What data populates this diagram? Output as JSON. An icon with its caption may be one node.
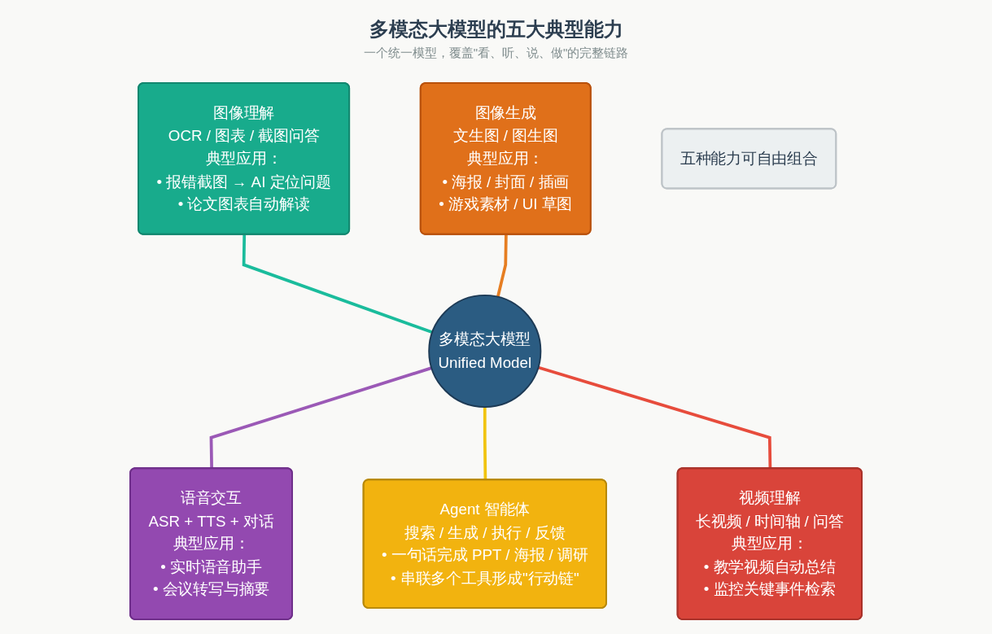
{
  "diagram": {
    "title": "多模态大模型的五大典型能力",
    "nodes": [
      {
        "text": [
          "图像理解",
          "OCR / 图表 / 截图问答",
          "典型应用：",
          "• 报错截图 → AI 定位问题",
          "• 论文图表自动解读"
        ]
      },
      {
        "text": [
          "图像生成",
          "文生图 / 图生图",
          "典型应用：",
          "• 海报 / 封面 / 插画",
          "• 游戏素材 / UI 草图"
        ]
      },
      {
        "text": [
          "多模态大模型",
          "Unified Model"
        ]
      },
      {
        "text": [
          "语音交互",
          "ASR + TTS + 对话",
          "典型应用：",
          "• 实时语音助手",
          "• 会议转写与摘要"
        ]
      },
      {
        "text": [
          "视频理解",
          "长视频 / 时间轴 / 问答",
          "典型应用：",
          "• 教学视频自动总结",
          "• 监控关键事件检索"
        ]
      },
      {
        "text": [
          "Agent 智能体",
          "搜索 / 生成 / 执行 / 反馈",
          "• 一句话完成 PPT / 海报 / 调研",
          "• 串联多个工具形成\"行动链\""
        ]
      },
      {
        "text": [
          "五种能力可自由组合"
        ]
      }
    ],
    "edges": [
      {
        "from": 0,
        "to": 2,
        "arrow": "none",
        "color": "#1abc9c"
      },
      {
        "from": 1,
        "to": 2,
        "arrow": "none",
        "color": "#e67e22"
      },
      {
        "from": 2,
        "to": 3,
        "arrow": "none",
        "color": "#9b59b6"
      },
      {
        "from": 2,
        "to": 5,
        "arrow": "none",
        "color": "#f1c40f"
      },
      {
        "from": 2,
        "to": 4,
        "arrow": "none",
        "color": "#e74c3c"
      }
    ],
    "labels": [
      "一个统一模型，覆盖\"看、听、说、做\"的完整链路"
    ]
  }
}
